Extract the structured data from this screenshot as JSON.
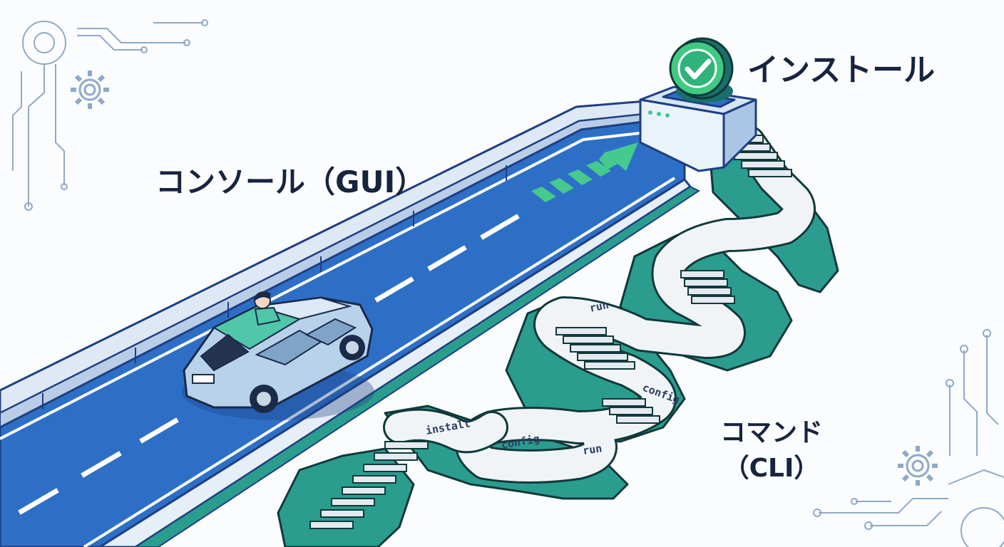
{
  "labels": {
    "gui": "コンソール（GUI）",
    "install": "インストール",
    "cli_line1": "コマンド",
    "cli_line2": "（CLI）"
  },
  "path_words": [
    "run",
    "config",
    "install",
    "config",
    "run"
  ],
  "icons": {
    "goal": "checkmark-icon",
    "speed": "chevron-arrows-icon",
    "decor": [
      "circuit-icon",
      "gear-icon"
    ]
  },
  "colors": {
    "road": "#2d6fc6",
    "road_edge": "#1e3f82",
    "teal": "#2a9d8f",
    "teal_dark": "#1a6f6a",
    "accent_green": "#45c98d",
    "ink": "#17243d",
    "circuit": "#8fa9c8",
    "background": "#fbfcfd"
  }
}
